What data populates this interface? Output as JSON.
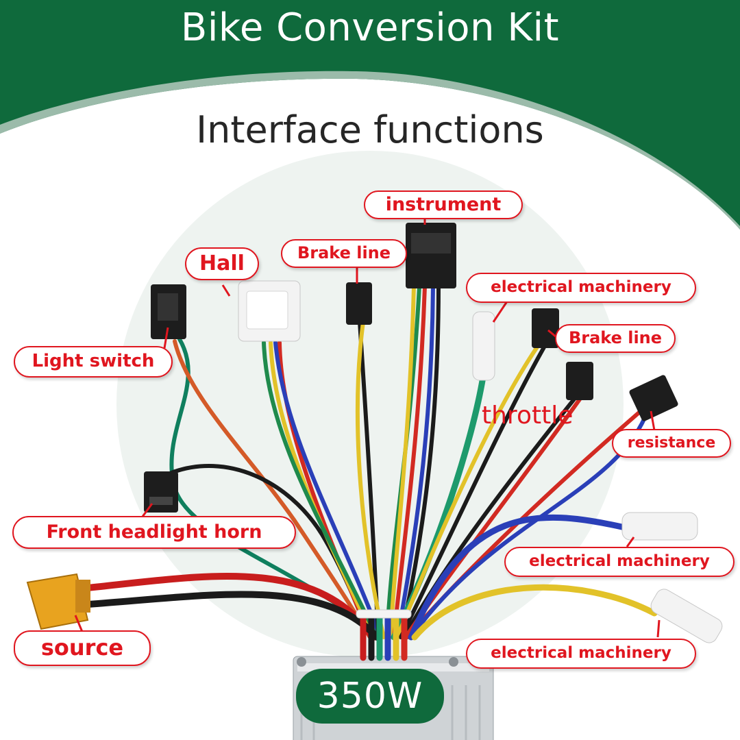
{
  "header": {
    "title": "Bike Conversion Kit"
  },
  "subtitle": "Interface functions",
  "labels": {
    "instrument": "instrument",
    "hall": "Hall",
    "brake_line_top": "Brake line",
    "electrical_machinery_top": "electrical machinery",
    "brake_line_right": "Brake line",
    "light_switch": "Light switch",
    "throttle": "throttle",
    "resistance": "resistance",
    "front_headlight_horn": "Front headlight horn",
    "electrical_machinery_middle": "electrical machinery",
    "source": "source",
    "electrical_machinery_bottom": "electrical machinery"
  },
  "badge": {
    "power": "350W"
  },
  "colors": {
    "header_green": "#0f6a3c",
    "callout_red": "#e0161f",
    "background_circle": "#eef3f0"
  }
}
